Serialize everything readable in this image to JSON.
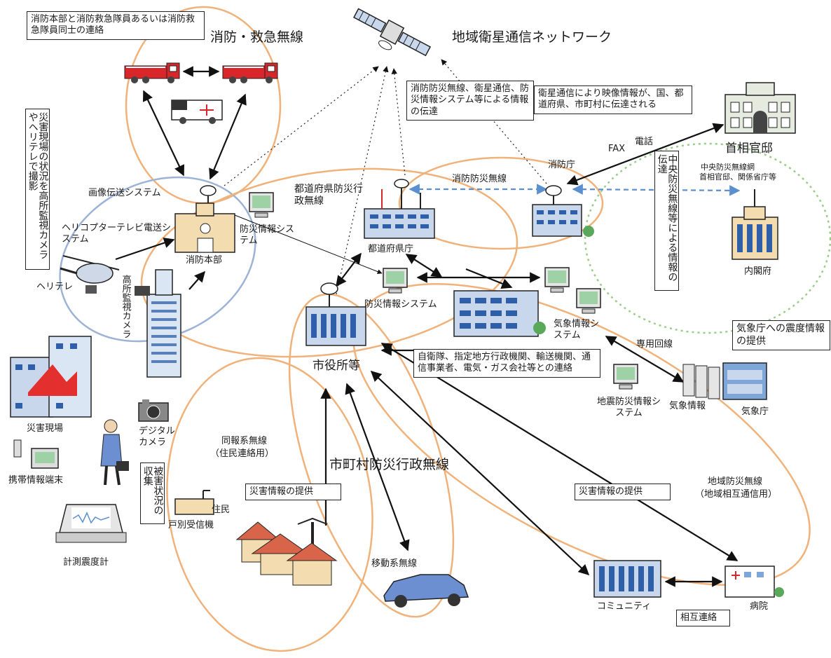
{
  "title_satellite_network": "地域衛星通信ネットワーク",
  "title_fire_radio": "消防・救急無線",
  "title_municipal_radio": "市町村防災行政無線",
  "boxes": {
    "fire_hq_contact": "消防本部と消防救急隊員あるいは消防救急隊員同士の連絡",
    "satellite_transfer": "消防防災無線、衛星通信、防災情報システム等による情報の伝達",
    "satellite_video": "衛星通信により映像情報が、国、都道府県、市町村に伝達される",
    "disaster_camera": "災害現場の状況を高所監視カメラやヘリテレで撮影",
    "central_radio": "中央防災無線等による情報の伝達",
    "jma_quake": "気象庁への震度情報の提供",
    "sdf_contact": "自衛隊、指定地方行政機関、輸送機関、通信事業者、電気・ガス会社等との連絡",
    "damage_collect": "被害状況の収集",
    "disaster_info_1": "災害情報の提供",
    "disaster_info_2": "災害情報の提供",
    "mutual_contact": "相互連絡"
  },
  "labels": {
    "image_transfer": "画像伝送システム",
    "heli_tv_system": "ヘリコプターテレビ電送システム",
    "heli_tv": "ヘリテレ",
    "high_camera": "高所監視カメラ",
    "fire_hq": "消防本部",
    "disaster_info_sys_1": "防災情報システム",
    "pref_radio": "都道府県防災行政無線",
    "pref_office": "都道府県庁",
    "fire_radio": "消防防災無線",
    "fdma": "消防庁",
    "fax": "FAX",
    "phone": "電話",
    "pm_office": "首相官邸",
    "central_net": "中央防災無線網",
    "central_net_detail": "首相官邸、関係省庁等",
    "cabinet": "内閣府",
    "disaster_info_sys_2": "防災情報システム",
    "city_hall": "市役所等",
    "weather_info_sys": "気象情報システム",
    "dedicated_line": "専用回線",
    "weather_info": "気象情報",
    "jma": "気象庁",
    "quake_info_sys": "地震防災情報システム",
    "disaster_site": "災害現場",
    "mobile_terminal": "携帯情報端末",
    "digital_camera": "デジタルカメラ",
    "seismometer": "計測震度計",
    "broadcast_radio": "同報系無線",
    "broadcast_radio_sub": "（住民連絡用）",
    "residents": "住民",
    "receiver": "戸別受信機",
    "mobile_radio": "移動系無線",
    "regional_radio": "地域防災無線",
    "regional_radio_sub": "（地域相互通信用）",
    "community": "コミュニティ",
    "hospital": "病院"
  },
  "colors": {
    "ellipse_orange": "#f0b27a",
    "ellipse_blue": "#9db3d6",
    "ellipse_green": "#9ccc8a",
    "dashed_blue": "#5b8fd0",
    "building_blue": "#7ea6d8",
    "building_beige": "#f3dcb0",
    "fire_red": "#d8262a"
  }
}
